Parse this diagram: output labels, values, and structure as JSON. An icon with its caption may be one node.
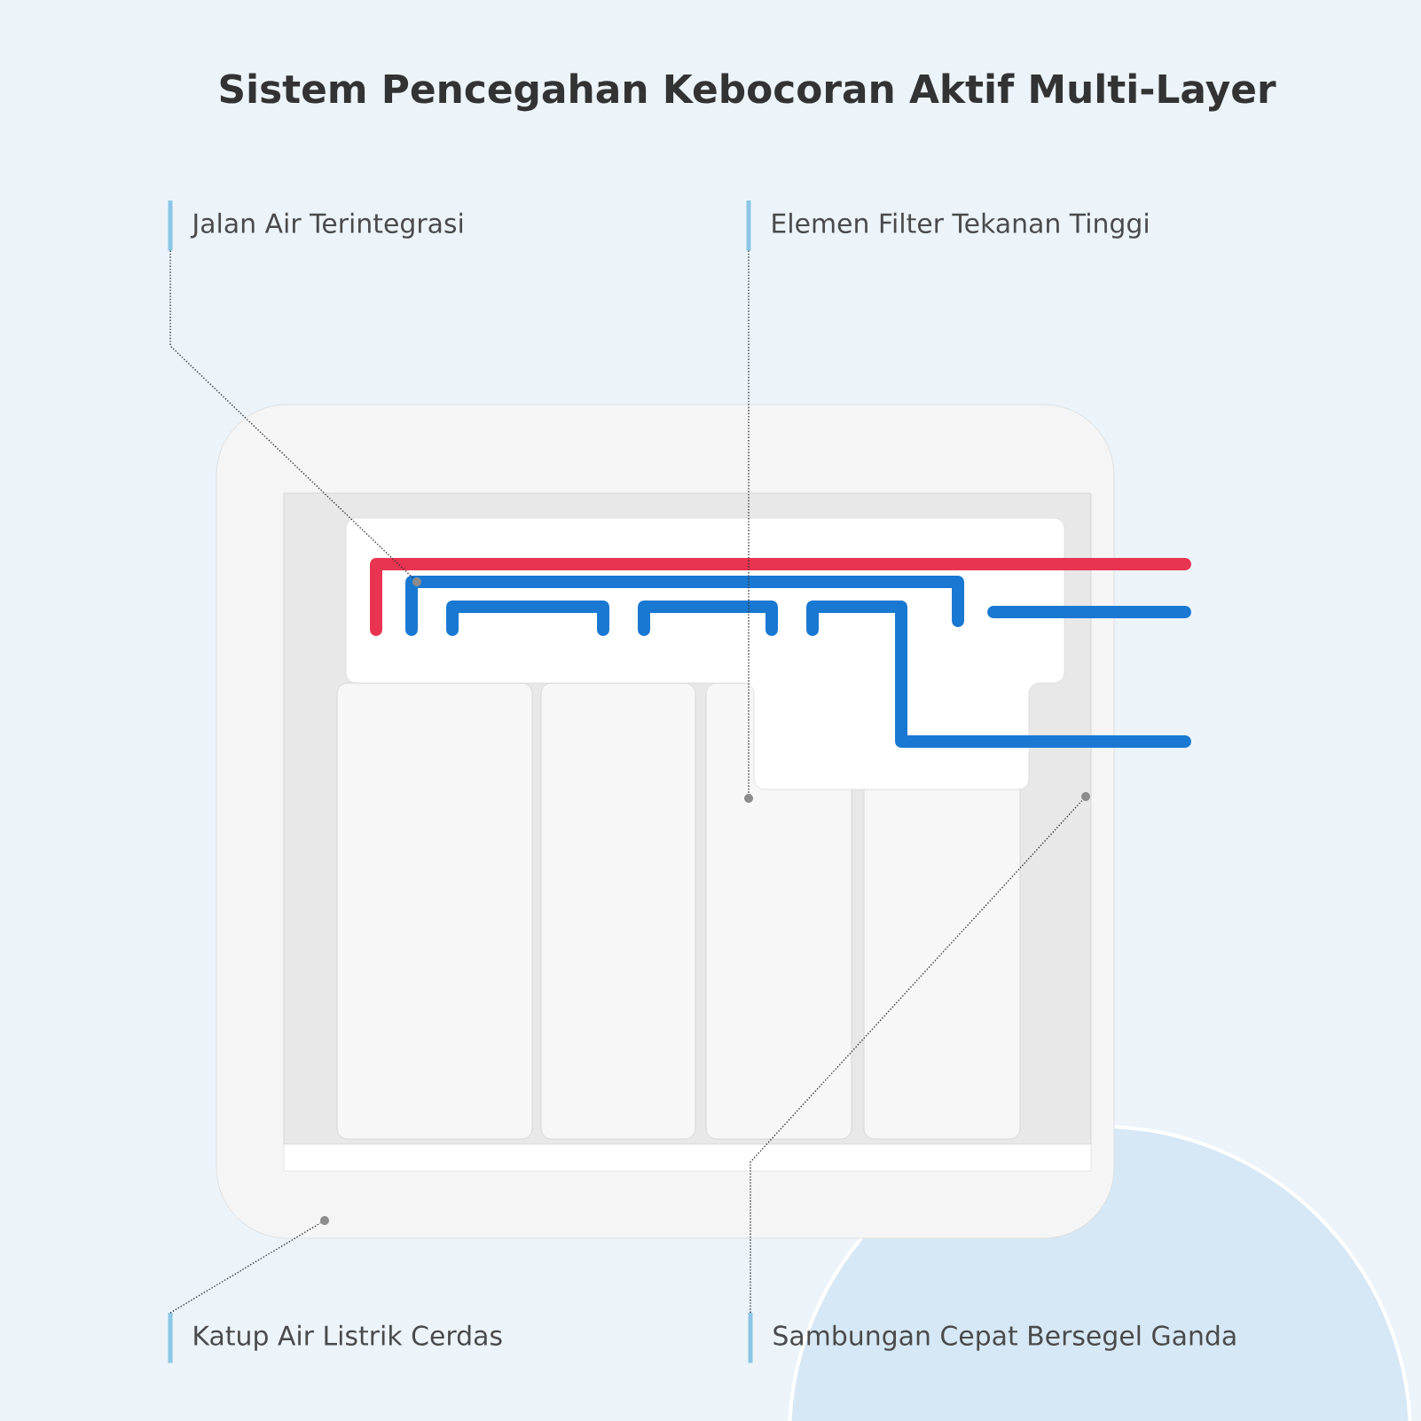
{
  "diagram": {
    "title": "Sistem Pencegahan Kebocoran Aktif Multi-Layer",
    "nodes": [
      {
        "text": [
          "Jalan Air Terintegrasi"
        ]
      },
      {
        "text": [
          "Elemen Filter Tekanan Tinggi"
        ]
      },
      {
        "text": [
          "Katup Air Listrik Cerdas"
        ]
      },
      {
        "text": [
          "Sambungan Cepat Bersegel Ganda"
        ]
      },
      {
        "text": [],
        "shape": "circle"
      },
      {
        "text": [],
        "shape": "circle"
      },
      {
        "text": [],
        "shape": "circle"
      },
      {
        "text": [],
        "shape": "circle"
      }
    ],
    "edges": [
      {
        "from": 0,
        "to": 4,
        "arrow": "none",
        "style": "dashed"
      },
      {
        "from": 1,
        "to": 5,
        "arrow": "none",
        "style": "dashed"
      },
      {
        "from": 2,
        "to": 6,
        "arrow": "none",
        "style": "dashed"
      },
      {
        "from": 3,
        "to": 7,
        "arrow": "none",
        "style": "dashed"
      }
    ]
  }
}
